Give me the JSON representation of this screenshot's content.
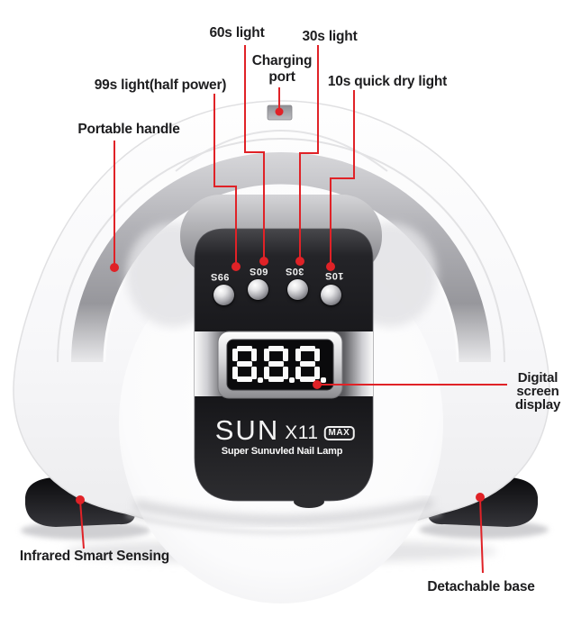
{
  "page": {
    "background": "#ffffff",
    "accent_red": "#e02227"
  },
  "callouts": {
    "light_99s": "99s light(half power)",
    "light_60s": "60s light",
    "light_30s": "30s light",
    "charging_port": "Charging port",
    "light_10s": "10s quick dry light",
    "portable_handle": "Portable handle",
    "digital_screen": "Digital screen display",
    "infrared": "Infrared Smart Sensing",
    "detachable_base": "Detachable base"
  },
  "device": {
    "brand": "SUN",
    "model": "X11",
    "badge": "MAX",
    "tagline": "Super Sunuvled Nail Lamp",
    "timer_buttons": [
      "99S",
      "60S",
      "30S",
      "10S"
    ],
    "display_value": "8.8.8."
  }
}
